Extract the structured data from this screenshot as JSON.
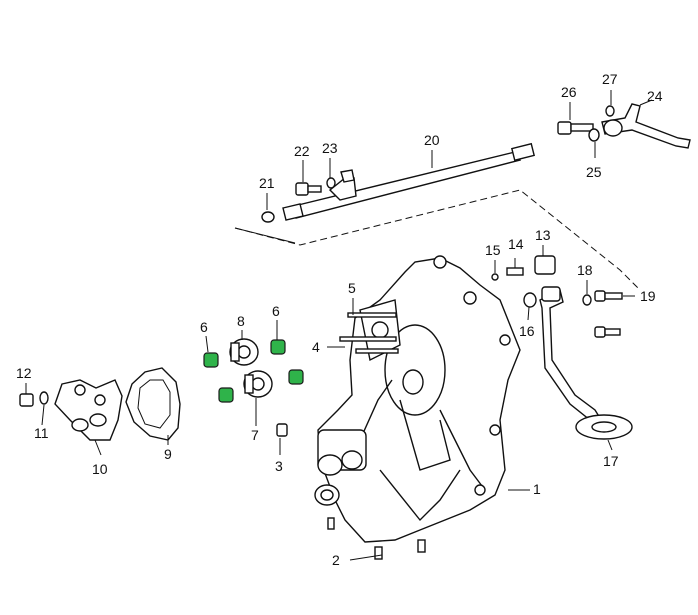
{
  "diagram": {
    "callouts": {
      "c1": "1",
      "c2": "2",
      "c3": "3",
      "c4": "4",
      "c5": "5",
      "c6a": "6",
      "c6b": "6",
      "c7": "7",
      "c8": "8",
      "c9": "9",
      "c10": "10",
      "c11": "11",
      "c12": "12",
      "c13": "13",
      "c14": "14",
      "c15": "15",
      "c16": "16",
      "c17": "17",
      "c18": "18",
      "c19": "19",
      "c20": "20",
      "c21": "21",
      "c22": "22",
      "c23": "23",
      "c24": "24",
      "c25": "25",
      "c26": "26",
      "c27": "27"
    },
    "highlight_color": "#2fb34a",
    "line_color": "#111111"
  }
}
